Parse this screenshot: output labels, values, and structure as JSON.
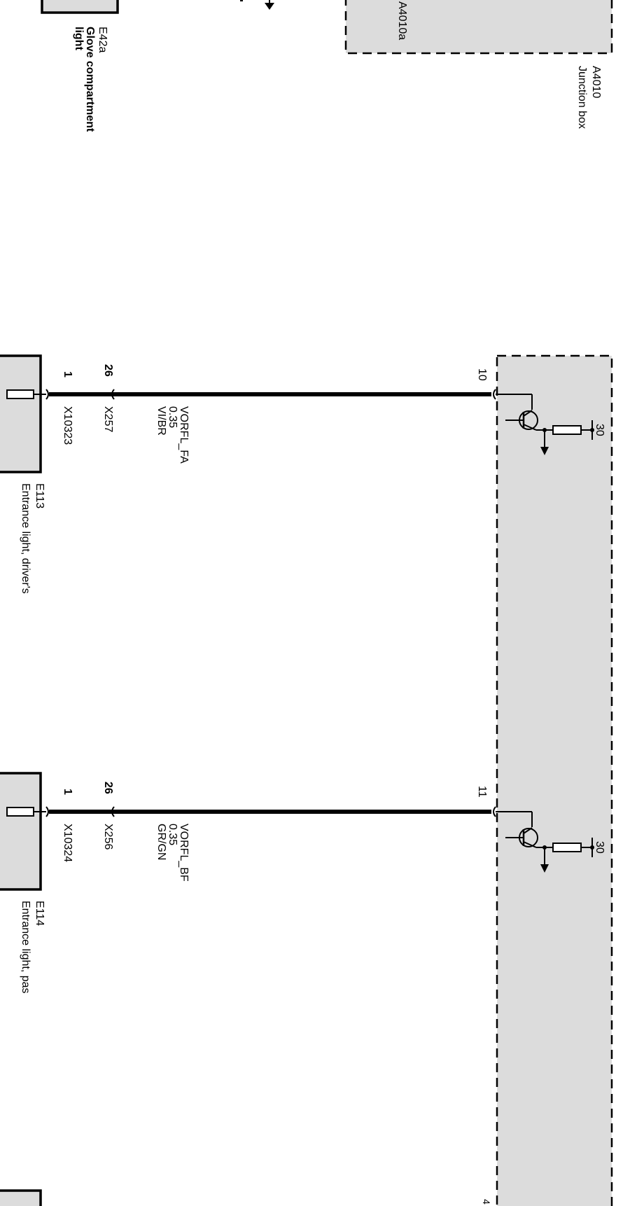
{
  "junction_box": {
    "id": "A4010",
    "name": "Junction box",
    "sub_id": "A4010a"
  },
  "glove_light": {
    "id": "E42a",
    "name_line1": "Glove compartment",
    "name_line2": "light"
  },
  "circuits": [
    {
      "box_pin": "10",
      "supply": "30",
      "signal": "VORFL_FA",
      "gauge": "0.35",
      "color": "VI/BR",
      "connector": "X257",
      "connector_pin": "26",
      "plug": "X10323",
      "plug_pin": "1",
      "component_id": "E113",
      "component_name": "Entrance light, driver's"
    },
    {
      "box_pin": "11",
      "supply": "30",
      "signal": "VORFL_BF",
      "gauge": "0.35",
      "color": "GR/GN",
      "connector": "X256",
      "connector_pin": "26",
      "plug": "X10324",
      "plug_pin": "1",
      "component_id": "E114",
      "component_name": "Entrance light, pas"
    }
  ],
  "partial_pin": "4"
}
